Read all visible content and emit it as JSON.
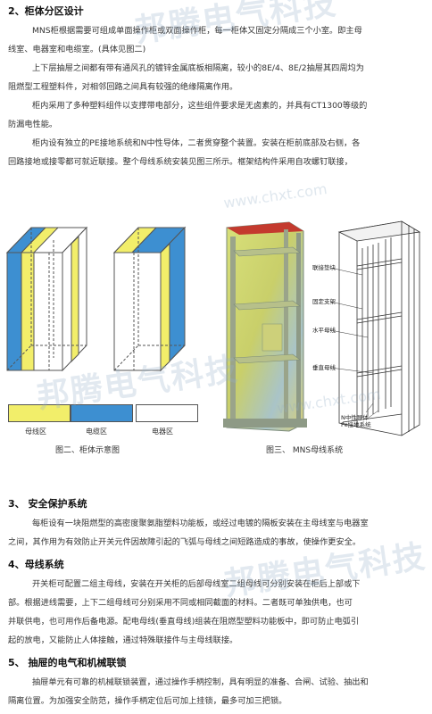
{
  "s2": {
    "title": "2、柜体分区设计",
    "lines": [
      "MNS柜根据需要可组成单面操作柜或双面操作柜，每一柜体又固定分隔成三个小室。即主母",
      "线室、电器室和电缆室。(具体见图二)",
      "上下层抽屉之间都有带有通风孔的镀锌金属底板相隔离，较小的8E/4、8E/2抽屉其四周均为",
      "阻燃型工程塑料件，对相邻回路之间具有较强的绝缘隔离作用。",
      "柜内采用了多种塑料组件以支撑带电部分，这些组件要求是无卤素的，并具有CT1300等级的",
      "防漏电性能。",
      "柜内设有独立的PE接地系统和N中性导体，二者贯穿整个装置。安装在柜前底部及右侧，各",
      "回路接地或接零都可就近联接。整个母线系统安装见图三所示。框架结构件采用自攻螺钉联接，"
    ]
  },
  "legend": {
    "busbar": "母线区",
    "cable": "电缆区",
    "electrical": "电器区"
  },
  "captions": {
    "fig2": "图二、柜体示意图",
    "fig3": "图三、 MNS母线系统"
  },
  "fig3_labels": {
    "connector": "联接垫块",
    "fixed_support": "固定支架",
    "horizontal_bus": "水平母线",
    "vertical_bus": "垂直母线",
    "n_conductor": "N中性导体",
    "pe_system": "Pe接地系统"
  },
  "colors": {
    "busbar": "#f2ee6a",
    "cable": "#3d8fd1",
    "electrical": "#ffffff"
  },
  "watermark": {
    "text": "邦腾电气科技",
    "url": "www.chxt.com"
  },
  "s3": {
    "title": "3、 安全保护系统",
    "lines": [
      "每柜设有一块阻燃型的高密度聚氨脂塑料功能板，或经过电镀的隔板安装在主母线室与电器室",
      "之间，其作用为有效防止开关元件因故障引起的飞弧与母线之间短路造成的事故，使操作更安全。"
    ]
  },
  "s4": {
    "title": "4、母线系统",
    "lines": [
      "开关柜可配置二组主母线，安装在开关柜的后部母线室二组母线可分别安装在柜后上部或下",
      "部。根据进线需要，上下二组母线可分别采用不同或相同截面的材料。二者既可单独供电，也可",
      "并联供电，也可用作后备电源。配电母线(垂直母线)组装在阻燃型塑料功能板中，即可防止电弧引",
      "起的放电，又能防止人体接触，通过特殊联接件与主母线联接。"
    ]
  },
  "s5": {
    "title": "5、 抽屉的电气和机械联锁",
    "lines": [
      "抽屉单元有可靠的机械联锁装置，通过操作手柄控制，具有明显的准备、合闸、试验、抽出和",
      "隔离位置。为加强安全防范，操作手柄定位后可加上挂锁，最多可加三把锁。"
    ]
  }
}
